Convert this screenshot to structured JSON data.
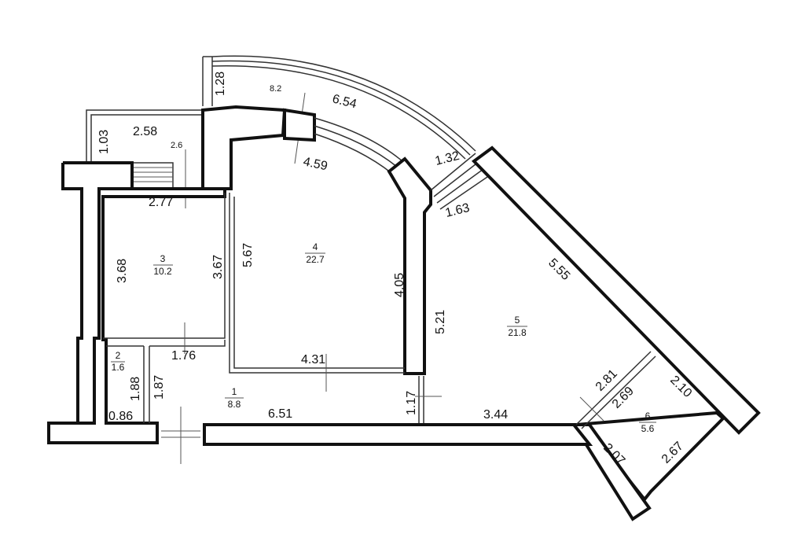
{
  "rooms": [
    {
      "number": "1",
      "area": "8.8"
    },
    {
      "number": "2",
      "area": "1.6"
    },
    {
      "number": "3",
      "area": "10.2"
    },
    {
      "number": "4",
      "area": "22.7"
    },
    {
      "number": "5",
      "area": "21.8"
    },
    {
      "number": "6",
      "area": "5.6"
    }
  ],
  "dimensions": {
    "balcony_top_height": "1.28",
    "balcony_top_arc_inner": "8.2",
    "balcony_top_arc_outer": "6.54",
    "balcony_left_height": "1.03",
    "balcony_left_width": "2.58",
    "stairs_width": "2.6",
    "room3_top": "2.77",
    "room3_left": "3.68",
    "room3_right": "3.67",
    "room4_top": "4.59",
    "room4_left": "5.67",
    "room4_right": "4.05",
    "room4_bottom": "4.31",
    "bay_top": "1.32",
    "bay_bottom": "1.63",
    "room5_diagonal": "5.55",
    "room5_left": "5.21",
    "room1_top": "1.76",
    "room2_h1": "1.88",
    "room2_h2": "1.87",
    "room2_bottom": "0.86",
    "room1_bottom": "6.51",
    "room1_right": "1.17",
    "room5_bottom": "3.44",
    "room6_top": "2.81",
    "room6_left": "2.69",
    "room6_right_top": "2.10",
    "room6_bottom_left": "2.07",
    "room6_bottom_right": "2.67"
  }
}
